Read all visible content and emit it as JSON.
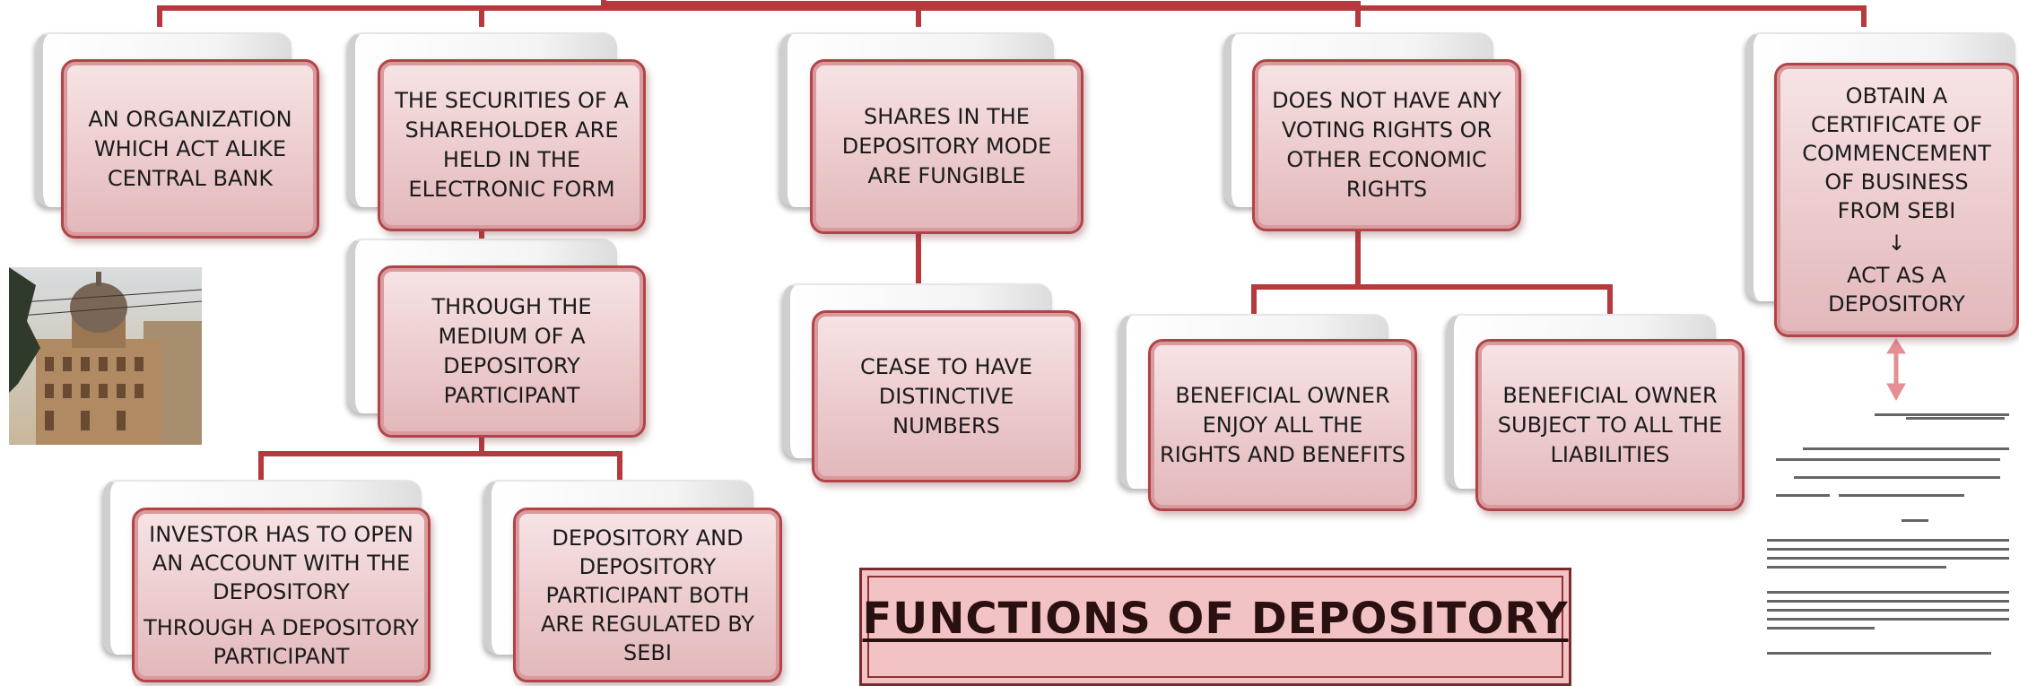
{
  "title": "FUNCTIONS OF DEPOSITORY",
  "nodes": {
    "org": [
      "AN ORGANIZATION",
      "WHICH ACT ALIKE",
      "CENTRAL BANK"
    ],
    "electronic": [
      "THE SECURITIES OF A",
      "SHAREHOLDER ARE",
      "HELD IN THE",
      "ELECTRONIC FORM"
    ],
    "medium": [
      "THROUGH THE",
      "MEDIUM OF A",
      "DEPOSITORY",
      "PARTICIPANT"
    ],
    "investor": [
      "INVESTOR HAS TO OPEN",
      "AN ACCOUNT WITH THE",
      "DEPOSITORY",
      "THROUGH A DEPOSITORY",
      "PARTICIPANT"
    ],
    "regulated": [
      "DEPOSITORY AND",
      "DEPOSITORY",
      "PARTICIPANT BOTH",
      "ARE REGULATED BY",
      "SEBI"
    ],
    "fungible": [
      "SHARES IN THE",
      "DEPOSITORY MODE",
      "ARE FUNGIBLE"
    ],
    "distinctive": [
      "CEASE TO HAVE",
      "DISTINCTIVE",
      "NUMBERS"
    ],
    "voting": [
      "DOES NOT HAVE ANY",
      "VOTING RIGHTS OR",
      "OTHER ECONOMIC",
      "RIGHTS"
    ],
    "rights": [
      "BENEFICIAL OWNER",
      "ENJOY ALL THE",
      "RIGHTS AND BENEFITS"
    ],
    "liabilities": [
      "BENEFICIAL OWNER",
      "SUBJECT TO ALL THE",
      "LIABILITIES"
    ],
    "certificate": [
      "OBTAIN A",
      "CERTIFICATE OF",
      "COMMENCEMENT",
      "OF BUSINESS",
      "FROM SEBI",
      "↓",
      "ACT AS A",
      "DEPOSITORY"
    ]
  },
  "colors": {
    "connector": "#b5393d",
    "box_border": "#b04448",
    "title_fill": "#f3c2c4",
    "double_arrow": "#e58f95"
  },
  "icons": {
    "photo": "building-photo",
    "document": "sebi-certificate-document",
    "arrow": "double-arrow-icon"
  }
}
